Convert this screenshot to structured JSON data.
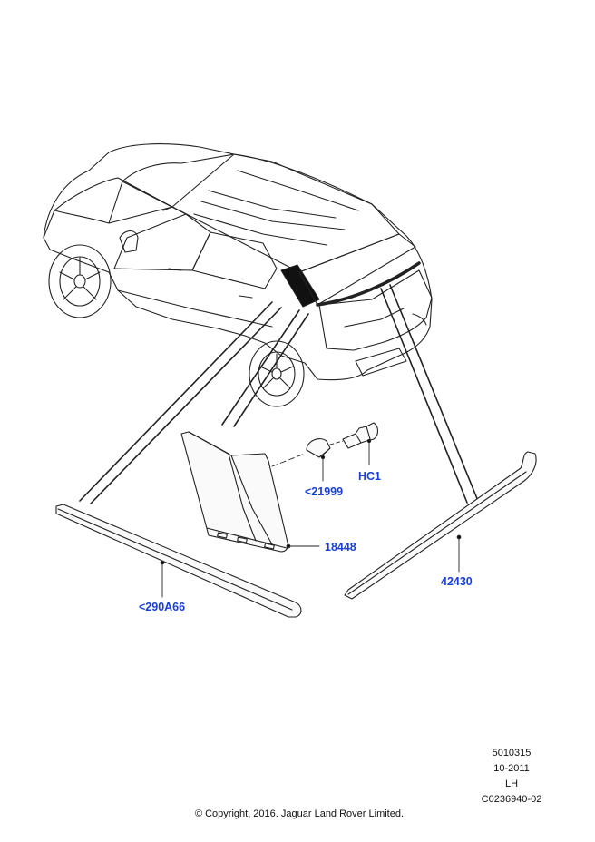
{
  "callouts": {
    "part_hc1": "HC1",
    "part_21999": "<21999",
    "part_18448": "18448",
    "part_42430": "42430",
    "part_290a66": "<290A66"
  },
  "meta": {
    "illustration_number": "5010315",
    "date": "10-2011",
    "side": "LH",
    "reference": "C0236940-02",
    "copyright": "© Copyright, 2016. Jaguar Land Rover Limited."
  },
  "colors": {
    "callout": "#1a3fd6",
    "linework": "#111111"
  }
}
